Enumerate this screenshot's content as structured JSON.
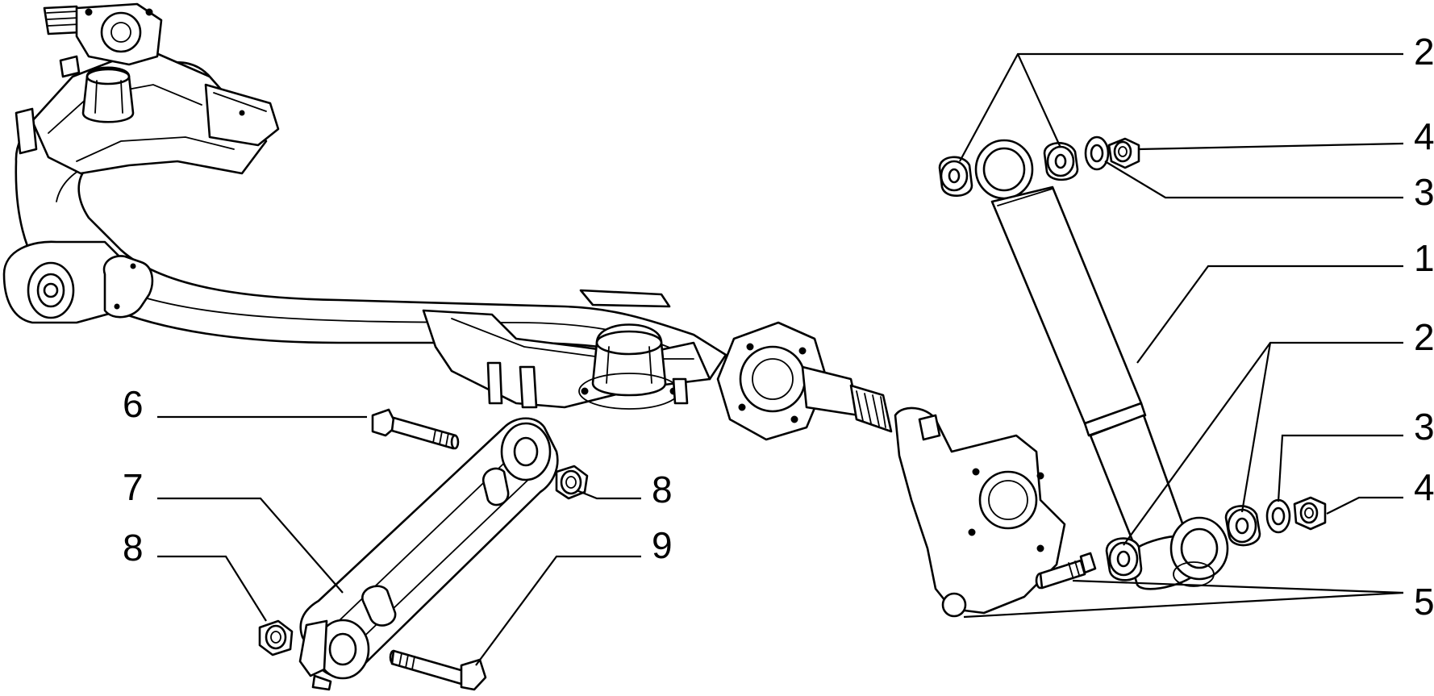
{
  "callouts": [
    {
      "id": "c2a",
      "label": "2"
    },
    {
      "id": "c4a",
      "label": "4"
    },
    {
      "id": "c3a",
      "label": "3"
    },
    {
      "id": "c1",
      "label": "1"
    },
    {
      "id": "c2b",
      "label": "2"
    },
    {
      "id": "c3b",
      "label": "3"
    },
    {
      "id": "c4b",
      "label": "4"
    },
    {
      "id": "c5",
      "label": "5"
    },
    {
      "id": "c6",
      "label": "6"
    },
    {
      "id": "c7",
      "label": "7"
    },
    {
      "id": "c8a",
      "label": "8"
    },
    {
      "id": "c8b",
      "label": "8"
    },
    {
      "id": "c9",
      "label": "9"
    }
  ]
}
